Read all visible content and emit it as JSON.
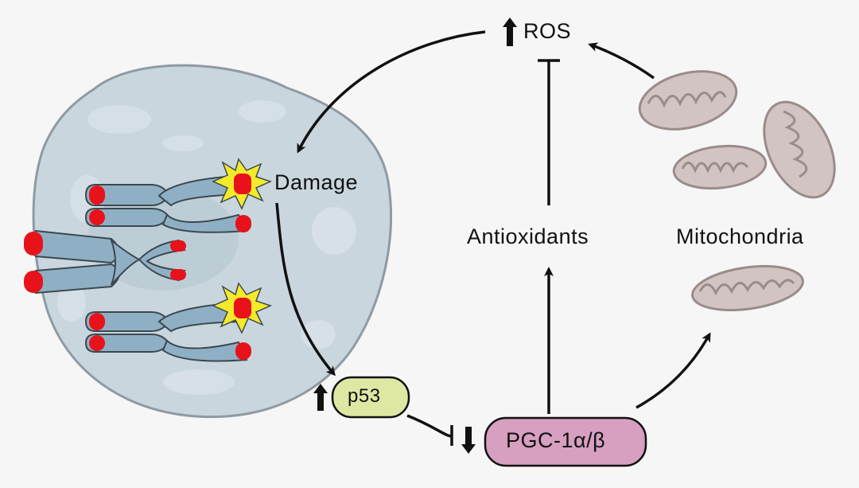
{
  "labels": {
    "ros": "ROS",
    "damage": "Damage",
    "antioxidants": "Antioxidants",
    "mitochondria": "Mitochondria",
    "p53": "p53",
    "pgc": "PGC-1α/β"
  },
  "colors": {
    "nucleus_fill": "#c9d6de",
    "nucleus_stroke": "#8f9aa3",
    "chromosome": "#8fb0c4",
    "telomere": "#e8121b",
    "damage_star": "#f3ea2a",
    "p53_fill": "#dfe8a2",
    "pgc_fill": "#d79fc0",
    "mitochondria_fill": "#d2c4c3",
    "arrow": "#111111"
  },
  "icons": {
    "up": "up-arrow-icon",
    "down": "down-arrow-icon"
  }
}
